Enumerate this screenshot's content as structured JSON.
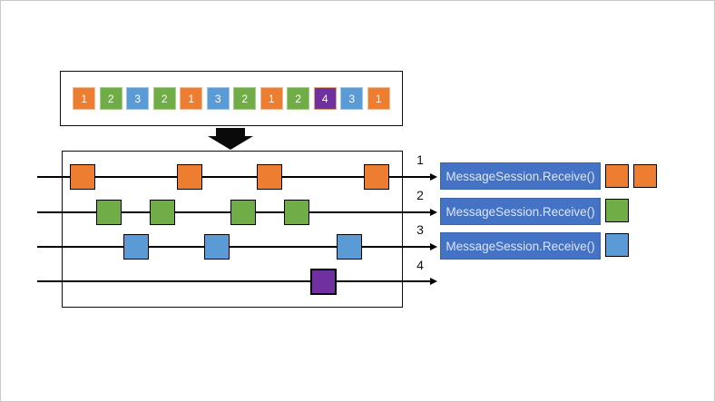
{
  "colors": {
    "session_1_orange": "#ED7D31",
    "session_2_green": "#70AD47",
    "session_3_blue": "#5B9BD5",
    "session_4_purple": "#7030A0",
    "receiver_box_fill": "#4472C4",
    "receiver_box_text": "#DCE6F4",
    "line_color": "#000000"
  },
  "queue": {
    "items": [
      {
        "label": "1",
        "color": "orange"
      },
      {
        "label": "2",
        "color": "green"
      },
      {
        "label": "3",
        "color": "blue"
      },
      {
        "label": "2",
        "color": "green"
      },
      {
        "label": "1",
        "color": "orange"
      },
      {
        "label": "3",
        "color": "blue"
      },
      {
        "label": "2",
        "color": "green"
      },
      {
        "label": "1",
        "color": "orange"
      },
      {
        "label": "2",
        "color": "green"
      },
      {
        "label": "4",
        "color": "purple"
      },
      {
        "label": "3",
        "color": "blue"
      },
      {
        "label": "1",
        "color": "orange"
      }
    ]
  },
  "lanes": [
    {
      "number": "1",
      "color": "orange",
      "queue_positions": [
        0,
        4,
        7,
        11
      ],
      "receiver_label": "MessageSession.Receive()",
      "received": [
        "orange",
        "orange"
      ]
    },
    {
      "number": "2",
      "color": "green",
      "queue_positions": [
        1,
        3,
        6,
        8
      ],
      "receiver_label": "MessageSession.Receive()",
      "received": [
        "green"
      ]
    },
    {
      "number": "3",
      "color": "blue",
      "queue_positions": [
        2,
        5,
        10
      ],
      "receiver_label": "MessageSession.Receive()",
      "received": [
        "blue"
      ]
    },
    {
      "number": "4",
      "color": "purple",
      "queue_positions": [
        9
      ],
      "receiver_label": null,
      "received": []
    }
  ]
}
